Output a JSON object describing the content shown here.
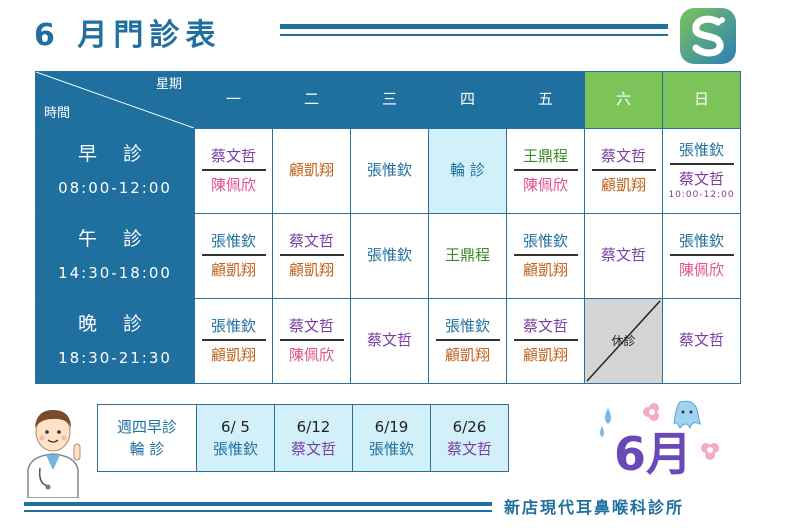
{
  "title": "6 月門診表",
  "clinic_name": "新店現代耳鼻喉科診所",
  "colors": {
    "primary": "#1f6f9f",
    "weekend": "#7cc45a",
    "thursday": "#d2f0fa",
    "closed": "#d4d4d4"
  },
  "header": {
    "corner_week": "星期",
    "corner_time": "時間",
    "days": [
      "一",
      "二",
      "三",
      "四",
      "五",
      "六",
      "日"
    ]
  },
  "slots": {
    "morning": {
      "name": "早 診",
      "time": "08:00-12:00",
      "cells": [
        {
          "top": "蔡文哲",
          "bottom": "陳佩欣"
        },
        {
          "top": "顧凱翔"
        },
        {
          "top": "張惟欽"
        },
        {
          "top": "輪 診"
        },
        {
          "top": "王鼎程",
          "bottom": "陳佩欣"
        },
        {
          "top": "蔡文哲",
          "bottom": "顧凱翔"
        },
        {
          "top": "張惟欽",
          "bottom": "蔡文哲",
          "note": "10:00-12:00"
        }
      ]
    },
    "afternoon": {
      "name": "午 診",
      "time": "14:30-18:00",
      "cells": [
        {
          "top": "張惟欽",
          "bottom": "顧凱翔"
        },
        {
          "top": "蔡文哲",
          "bottom": "顧凱翔"
        },
        {
          "top": "張惟欽"
        },
        {
          "top": "王鼎程"
        },
        {
          "top": "張惟欽",
          "bottom": "顧凱翔"
        },
        {
          "top": "蔡文哲"
        },
        {
          "top": "張惟欽",
          "bottom": "陳佩欣"
        }
      ]
    },
    "evening": {
      "name": "晚 診",
      "time": "18:30-21:30",
      "cells": [
        {
          "top": "張惟欽",
          "bottom": "顧凱翔"
        },
        {
          "top": "蔡文哲",
          "bottom": "陳佩欣"
        },
        {
          "top": "蔡文哲"
        },
        {
          "top": "張惟欽",
          "bottom": "顧凱翔"
        },
        {
          "top": "蔡文哲",
          "bottom": "顧凱翔"
        },
        {
          "top": "休診"
        },
        {
          "top": "蔡文哲"
        }
      ]
    }
  },
  "doctor_colors": {
    "蔡文哲": "#7a3fa0",
    "陳佩欣": "#e0508c",
    "顧凱翔": "#c0621c",
    "張惟欽": "#1f6f9f",
    "王鼎程": "#3d8a2a",
    "輪 診": "#1f6f9f",
    "休診": "#222222"
  },
  "thursday_morning": {
    "label_1": "週四早診",
    "label_2": "輪 診",
    "entries": [
      {
        "date": "6/ 5",
        "doctor": "張惟欽"
      },
      {
        "date": "6/12",
        "doctor": "蔡文哲"
      },
      {
        "date": "6/19",
        "doctor": "張惟欽"
      },
      {
        "date": "6/26",
        "doctor": "蔡文哲"
      }
    ]
  },
  "icons": {
    "logo": "s-logo-icon",
    "doctor": "doctor-illustration-icon",
    "month_deco": "month-six-decoration-icon"
  },
  "month_deco_text": "6月"
}
